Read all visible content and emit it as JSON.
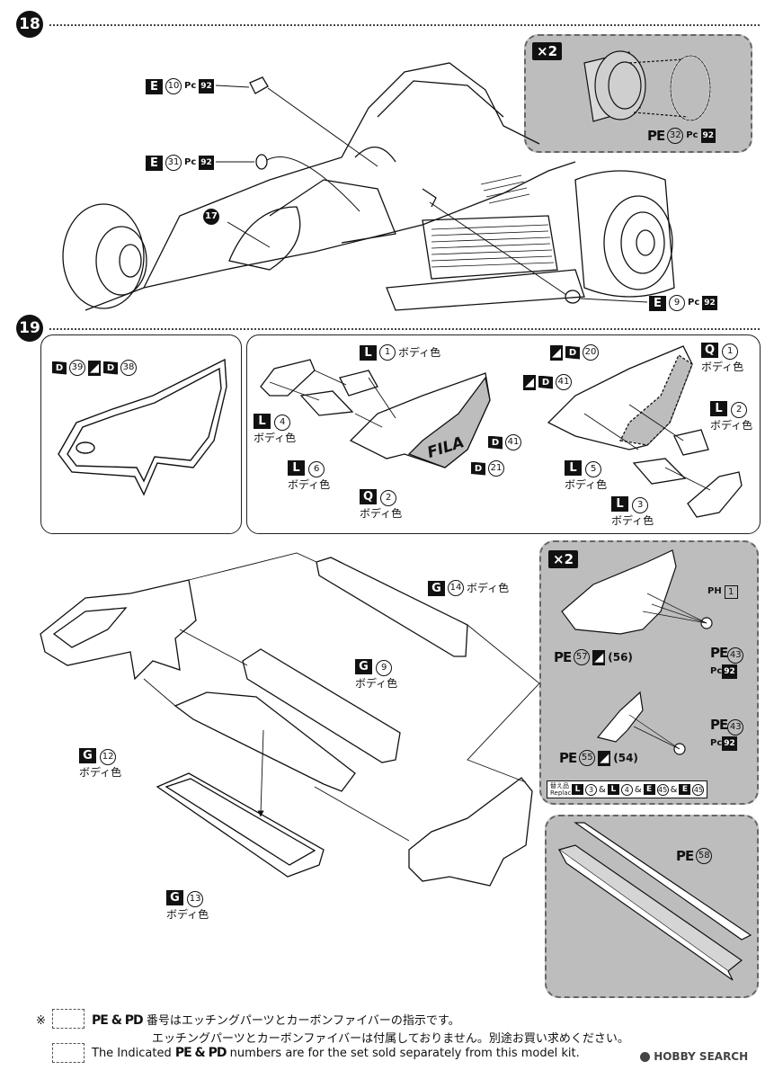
{
  "steps": {
    "s18": "18",
    "s19": "19"
  },
  "step18": {
    "multiplier": "×2",
    "parts": [
      {
        "letter": "E",
        "num": "10",
        "pc": "Pc",
        "pcnum": "92"
      },
      {
        "letter": "E",
        "num": "31",
        "pc": "Pc",
        "pcnum": "92"
      },
      {
        "num": "17"
      },
      {
        "letter": "E",
        "num": "9",
        "pc": "Pc",
        "pcnum": "92"
      }
    ],
    "inset": {
      "pe": "PE",
      "num": "32",
      "pc": "Pc",
      "pcnum": "92"
    }
  },
  "step19": {
    "box1": {
      "a": "D",
      "a_num": "39",
      "b": "D",
      "b_num": "38"
    },
    "box2": {
      "L1": {
        "letter": "L",
        "num": "1",
        "text": "ボディ色"
      },
      "L4": {
        "letter": "L",
        "num": "4",
        "text": "ボディ色"
      },
      "L6": {
        "letter": "L",
        "num": "6",
        "text": "ボディ色"
      },
      "Q2": {
        "letter": "Q",
        "num": "2",
        "text": "ボディ色"
      },
      "D41": {
        "letter": "D",
        "num": "41"
      },
      "D21": {
        "letter": "D",
        "num": "21"
      },
      "fila": "FILA",
      "D20": {
        "letter": "D",
        "num": "20"
      },
      "D41b": {
        "letter": "D",
        "num": "41"
      },
      "Q1": {
        "letter": "Q",
        "num": "1",
        "text": "ボディ色"
      },
      "L2": {
        "letter": "L",
        "num": "2",
        "text": "ボディ色"
      },
      "L5": {
        "letter": "L",
        "num": "5",
        "text": "ボディ色"
      },
      "L3": {
        "letter": "L",
        "num": "3",
        "text": "ボディ色"
      }
    },
    "wing": {
      "G14": {
        "letter": "G",
        "num": "14",
        "text": "ボディ色"
      },
      "G9": {
        "letter": "G",
        "num": "9",
        "text": "ボディ色"
      },
      "G12": {
        "letter": "G",
        "num": "12",
        "text": "ボディ色"
      },
      "G13": {
        "letter": "G",
        "num": "13",
        "text": "ボディ色"
      }
    },
    "pe_panel": {
      "multiplier": "×2",
      "ph": "PH",
      "ph_num": "1",
      "pe57": "57",
      "d56": "(56)",
      "pe43": "43",
      "pc": "Pc",
      "pcnum": "92",
      "pe55": "55",
      "d54": "(54)",
      "replace_label": "替え品 Replace",
      "replace_items": [
        "L",
        "3",
        "&",
        "L",
        "4",
        "&",
        "E",
        "45",
        "&",
        "E",
        "45"
      ]
    },
    "pe58": {
      "pe": "PE",
      "num": "58"
    }
  },
  "footer": {
    "mark": "※",
    "pe_pd": "PE & PD",
    "line1": "番号はエッチングパーツとカーボンファイバーの指示です。",
    "line2": "エッチングパーツとカーボンファイバーは付属しておりません。別途お買い求めください。",
    "line3_pre": "The Indicated",
    "line3_post": "numbers are for the set sold separately from this model kit.",
    "watermark": "HOBBY SEARCH"
  }
}
